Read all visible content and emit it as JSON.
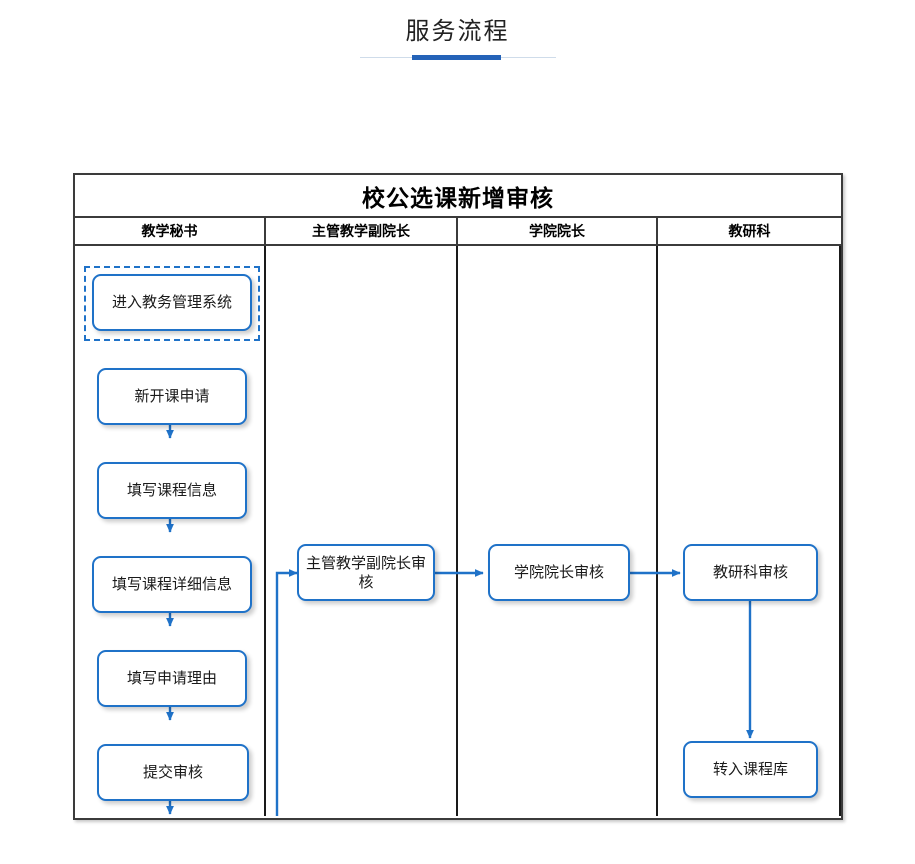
{
  "page": {
    "title": "服务流程",
    "accent_color": "#2463b8",
    "rule_color": "#cfdcea"
  },
  "flowchart": {
    "title": "校公选课新增审核",
    "node_border_color": "#1f72c8",
    "table_border_color": "#3b3b3b",
    "lanes": [
      {
        "id": "lane-jiaoxuemishu",
        "label": "教学秘书"
      },
      {
        "id": "lane-fuyuanzhang",
        "label": "主管教学副院长"
      },
      {
        "id": "lane-yuanzhang",
        "label": "学院院长"
      },
      {
        "id": "lane-jiaoyanke",
        "label": "教研科"
      }
    ],
    "nodes": [
      {
        "id": "node-enter-system",
        "label": "进入教务管理系统",
        "lane": 0,
        "selected": true
      },
      {
        "id": "node-new-course",
        "label": "新开课申请",
        "lane": 0,
        "selected": false
      },
      {
        "id": "node-course-info",
        "label": "填写课程信息",
        "lane": 0,
        "selected": false
      },
      {
        "id": "node-course-detail",
        "label": "填写课程详细信息",
        "lane": 0,
        "selected": false
      },
      {
        "id": "node-apply-reason",
        "label": "填写申请理由",
        "lane": 0,
        "selected": false
      },
      {
        "id": "node-submit-review",
        "label": "提交审核",
        "lane": 0,
        "selected": false
      },
      {
        "id": "node-vicedean-review",
        "label": "主管教学副院长审核",
        "lane": 1,
        "selected": false
      },
      {
        "id": "node-dean-review",
        "label": "学院院长审核",
        "lane": 2,
        "selected": false
      },
      {
        "id": "node-section-review",
        "label": "教研科审核",
        "lane": 3,
        "selected": false
      },
      {
        "id": "node-into-library",
        "label": "转入课程库",
        "lane": 3,
        "selected": false
      }
    ],
    "edges": [
      {
        "id": "edge-enter-to-new",
        "from": "node-enter-system",
        "to": "node-new-course"
      },
      {
        "id": "edge-new-to-info",
        "from": "node-new-course",
        "to": "node-course-info"
      },
      {
        "id": "edge-info-to-detail",
        "from": "node-course-info",
        "to": "node-course-detail"
      },
      {
        "id": "edge-detail-to-reason",
        "from": "node-course-detail",
        "to": "node-apply-reason"
      },
      {
        "id": "edge-reason-to-submit",
        "from": "node-apply-reason",
        "to": "node-submit-review"
      },
      {
        "id": "edge-submit-to-vicedean",
        "from": "node-submit-review",
        "to": "node-vicedean-review"
      },
      {
        "id": "edge-vicedean-to-dean",
        "from": "node-vicedean-review",
        "to": "node-dean-review"
      },
      {
        "id": "edge-dean-to-section",
        "from": "node-dean-review",
        "to": "node-section-review"
      },
      {
        "id": "edge-section-to-library",
        "from": "node-section-review",
        "to": "node-into-library"
      }
    ]
  }
}
